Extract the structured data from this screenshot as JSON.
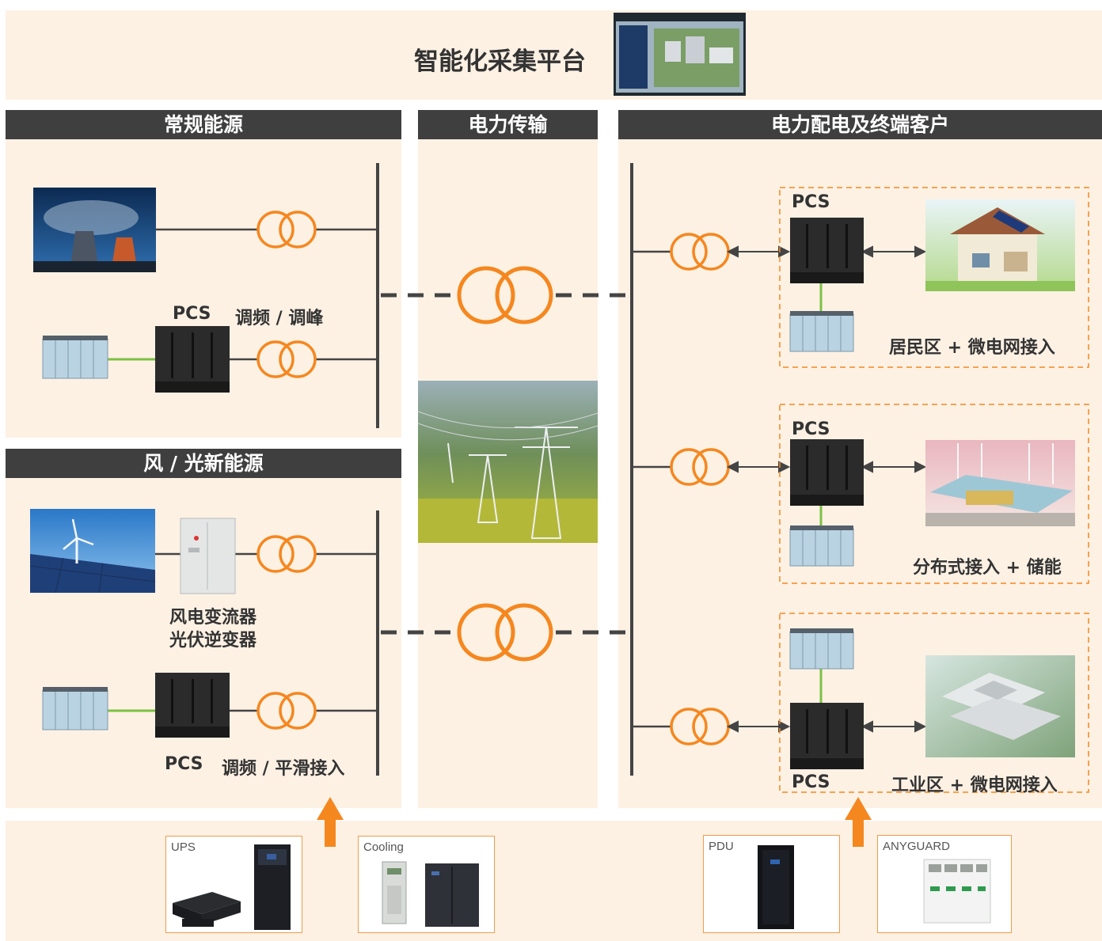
{
  "platform": {
    "title": "智能化采集平台"
  },
  "sections": {
    "conventional": "常规能源",
    "transmission": "电力传输",
    "distribution": "电力配电及终端客户",
    "renewable": "风 / 光新能源"
  },
  "labels": {
    "pcs": "PCS",
    "peak_regulation": "调频 / 调峰",
    "converter_line1": "风电变流器",
    "converter_line2": "光伏逆变器",
    "smooth_access": "调频 / 平滑接入",
    "residential": "居民区 + 微电网接入",
    "distributed": "分布式接入 + 储能",
    "industrial": "工业区 + 微电网接入"
  },
  "equipment": [
    {
      "label": "UPS"
    },
    {
      "label": "Cooling"
    },
    {
      "label": "PDU"
    },
    {
      "label": "ANYGUARD"
    }
  ],
  "colors": {
    "accent": "#f5871f",
    "header": "#3f3f3f",
    "panel": "#fdf1e4",
    "link": "#7cc142",
    "bus": "#444444"
  }
}
